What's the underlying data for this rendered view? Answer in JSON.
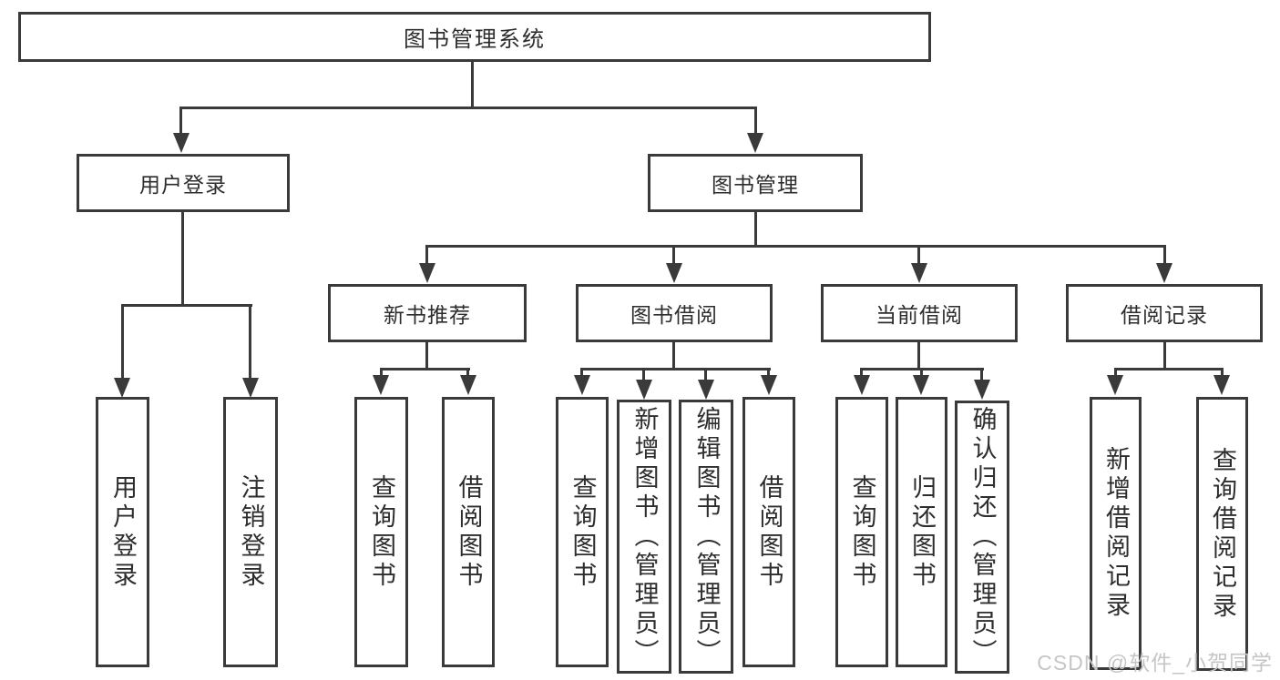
{
  "nodes": {
    "root": "图书管理系统",
    "user_login": "用户登录",
    "book_mgmt": "图书管理",
    "login_children": [
      "用户登录",
      "注销登录"
    ],
    "recommend": "新书推荐",
    "recommend_children": [
      "查询图书",
      "借阅图书"
    ],
    "borrow": "图书借阅",
    "borrow_children": [
      "查询图书",
      "新增图书（管理员）",
      "编辑图书（管理员）",
      "借阅图书"
    ],
    "current": "当前借阅",
    "current_children": [
      "查询图书",
      "归还图书",
      "确认归还（管理员）"
    ],
    "records": "借阅记录",
    "records_children": [
      "新增借阅记录",
      "查询借阅记录"
    ]
  },
  "watermark": "CSDN @软件_小贺同学",
  "colors": {
    "line": "#3a3a3a",
    "text": "#2d2d2d",
    "watermark": "#c6c6c6",
    "background": "#ffffff"
  }
}
